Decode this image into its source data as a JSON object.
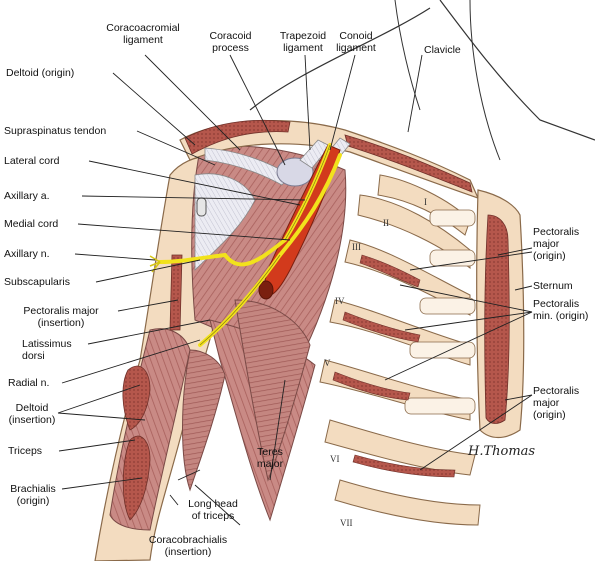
{
  "labels": {
    "coracoacromial_ligament": "Coracoacromial\nligament",
    "coracoid_process": "Coracoid\nprocess",
    "trapezoid_ligament": "Trapezoid\nligament",
    "conoid_ligament": "Conoid\nligament",
    "clavicle": "Clavicle",
    "deltoid_origin": "Deltoid (origin)",
    "supraspinatus_tendon": "Supraspinatus tendon",
    "lateral_cord": "Lateral cord",
    "axillary_a": "Axillary a.",
    "medial_cord": "Medial cord",
    "axillary_n": "Axillary n.",
    "subscapularis": "Subscapularis",
    "pectoralis_major_insertion": "Pectoralis major\n(insertion)",
    "latissimus_dorsi": "Latissimus\ndorsi",
    "radial_n": "Radial n.",
    "deltoid_insertion": "Deltoid\n(insertion)",
    "triceps": "Triceps",
    "brachialis_origin": "Brachialis\n(origin)",
    "long_head_triceps": "Long head\nof triceps",
    "coracobrachialis_insertion": "Coracobrachialis\n(insertion)",
    "teres_major": "Teres\nmajor",
    "pectoralis_major_origin_top": "Pectoralis\nmajor\n(origin)",
    "sternum": "Sternum",
    "pectoralis_min_origin": "Pectoralis\nmin. (origin)",
    "pectoralis_major_origin_bottom": "Pectoralis\nmajor\n(origin)"
  },
  "rib_numerals": [
    "I",
    "II",
    "III",
    "IV",
    "V",
    "VI",
    "VII"
  ],
  "signature": "H.Thomas",
  "colors": {
    "bone": "#f3dcc0",
    "bone_edge": "#8a6a4a",
    "muscle": "#c98a85",
    "muscle_dark": "#a8605c",
    "attachment": "#b5574c",
    "artery": "#d23a1c",
    "nerve": "#f2e21c",
    "ligament": "#d8d8e6",
    "line": "#222222"
  }
}
